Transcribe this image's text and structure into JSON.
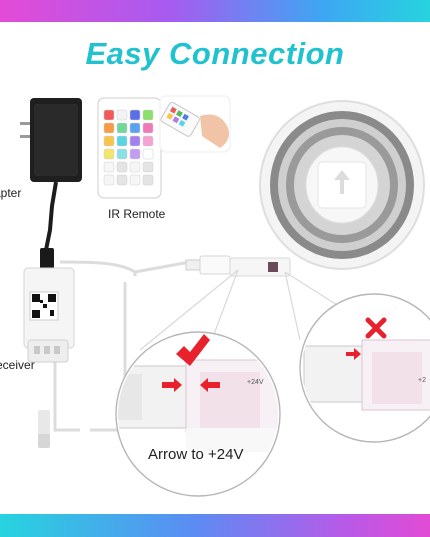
{
  "title": "Easy Connection",
  "labels": {
    "adapter": "apter",
    "ir_remote": "IR Remote",
    "receiver": "eceiver",
    "arrow_caption": "Arrow to +24V",
    "voltage_mark_left": "+24V",
    "voltage_mark_right": "+2"
  },
  "colors": {
    "title": "#21c2cf",
    "correct_check": "#e8222d",
    "wrong_cross": "#e8222d",
    "arrow": "#e8222d"
  },
  "remote_buttons": [
    "#f25a5a",
    "#f3f3f3",
    "#5a6ee8",
    "#8be06d",
    "#f79b45",
    "#73d69a",
    "#5aa2f0",
    "#f07ab5",
    "#f7c54e",
    "#5ad3e3",
    "#a37ff0",
    "#f4a2d2",
    "#f2e66b",
    "#8adfe8",
    "#c39cf3",
    "#ffffff",
    "#f6f6f6",
    "#e4e4e4",
    "#f6f6f6",
    "#e4e4e4",
    "#f6f6f6",
    "#e4e4e4",
    "#f6f6f6",
    "#e4e4e4"
  ],
  "icons": [
    "power-adapter-icon",
    "ir-remote-icon",
    "hand-remote-icon",
    "led-strip-reel-icon",
    "wifi-receiver-icon",
    "checkmark-icon",
    "cross-icon",
    "arrow-icon"
  ]
}
